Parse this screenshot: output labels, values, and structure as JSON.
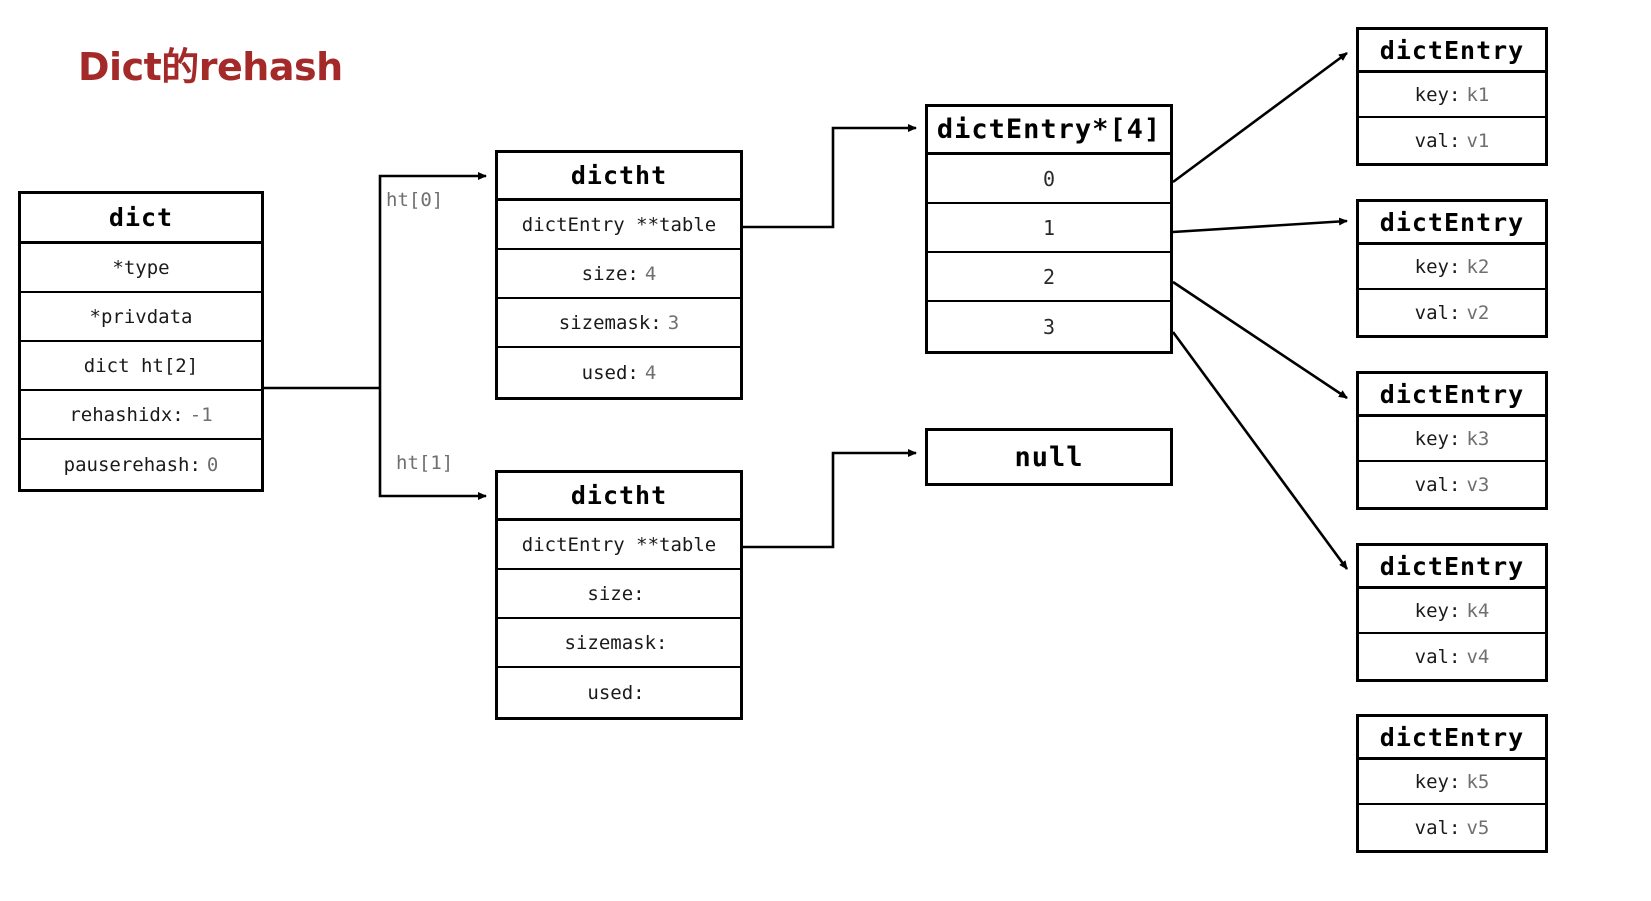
{
  "title": "Dict的rehash",
  "colors": {
    "title": "#a42a2a",
    "stroke": "#000000",
    "value_text": "#6f6f6f",
    "label_text": "#1a1a1a",
    "background": "#ffffff"
  },
  "dict": {
    "header": "dict",
    "fields": [
      {
        "label": "*type",
        "value": ""
      },
      {
        "label": "*privdata",
        "value": ""
      },
      {
        "label": "dict ht[2]",
        "value": ""
      },
      {
        "label": "rehashidx:",
        "value": "-1"
      },
      {
        "label": "pauserehash:",
        "value": "0"
      }
    ]
  },
  "edge_labels": {
    "ht0": "ht[0]",
    "ht1": "ht[1]"
  },
  "dictht0": {
    "header": "dictht",
    "pointer": "dictEntry **table",
    "fields": [
      {
        "label": "size:",
        "value": "4"
      },
      {
        "label": "sizemask:",
        "value": "3"
      },
      {
        "label": "used:",
        "value": "4"
      }
    ]
  },
  "dictht1": {
    "header": "dictht",
    "pointer": "dictEntry **table",
    "fields": [
      {
        "label": "size:",
        "value": ""
      },
      {
        "label": "sizemask:",
        "value": ""
      },
      {
        "label": "used:",
        "value": ""
      }
    ]
  },
  "array": {
    "header": "dictEntry*[4]",
    "slots": [
      "0",
      "1",
      "2",
      "3"
    ]
  },
  "null_box": {
    "header": "null"
  },
  "entries": [
    {
      "header": "dictEntry",
      "key_label": "key:",
      "key_value": "k1",
      "val_label": "val:",
      "val_value": "v1"
    },
    {
      "header": "dictEntry",
      "key_label": "key:",
      "key_value": "k2",
      "val_label": "val:",
      "val_value": "v2"
    },
    {
      "header": "dictEntry",
      "key_label": "key:",
      "key_value": "k3",
      "val_label": "val:",
      "val_value": "v3"
    },
    {
      "header": "dictEntry",
      "key_label": "key:",
      "key_value": "k4",
      "val_label": "val:",
      "val_value": "v4"
    },
    {
      "header": "dictEntry",
      "key_label": "key:",
      "key_value": "k5",
      "val_label": "val:",
      "val_value": "v5"
    }
  ]
}
